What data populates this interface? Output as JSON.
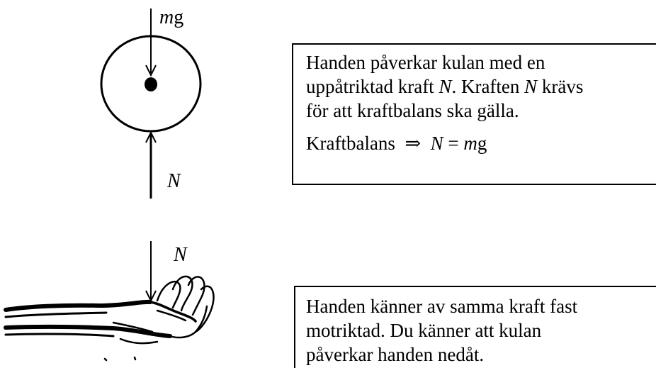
{
  "figure_top": {
    "weight_label_m": "m",
    "weight_label_g": "g",
    "normal_label": "N"
  },
  "figure_bottom": {
    "normal_label": "N"
  },
  "box_top": {
    "line1": "Handen påverkar kulan med en",
    "line2_a": "uppåtriktad kraft ",
    "line2_n": "N",
    "line2_b": ". Kraften ",
    "line2_n2": "N",
    "line2_c": " krävs",
    "line3": "för att kraftbalans ska gälla.",
    "eq_prefix": "Kraftbalans",
    "eq_arrow": "⇒",
    "eq_n": "N",
    "eq_equals": "=",
    "eq_m": "m",
    "eq_g": "g"
  },
  "box_bottom": {
    "line1": "Handen känner av samma kraft fast",
    "line2": "motriktad. Du känner att kulan",
    "line3": "påverkar handen nedåt."
  }
}
